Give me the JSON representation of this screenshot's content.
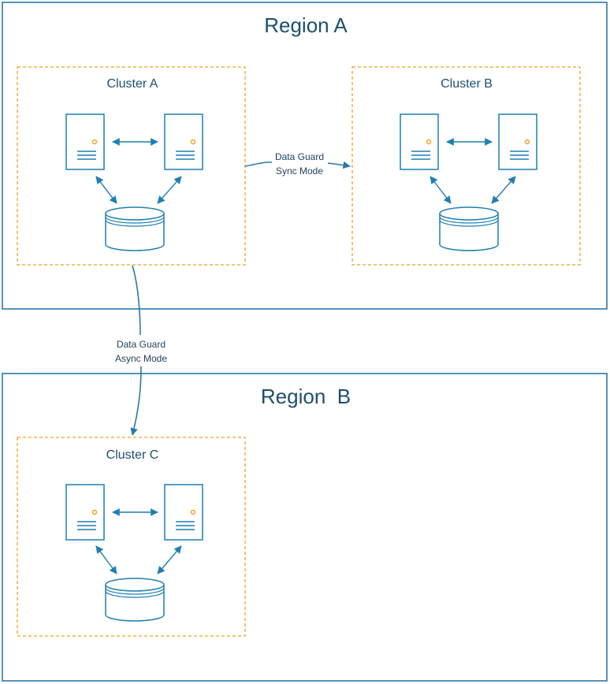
{
  "regions": [
    {
      "title": "Region A"
    },
    {
      "title": "Region  B"
    }
  ],
  "clusters": [
    {
      "title": "Cluster A"
    },
    {
      "title": "Cluster B"
    },
    {
      "title": "Cluster C"
    }
  ],
  "links": [
    {
      "line1": "Data Guard",
      "line2": "Sync Mode"
    },
    {
      "line1": "Data Guard",
      "line2": "Async Mode"
    }
  ],
  "colors": {
    "region_border": "#1f6f9f",
    "cluster_border": "#f0a020",
    "icon_stroke": "#1f7fb0",
    "indicator": "#f0a020"
  },
  "icons": {
    "server": "server-icon",
    "database": "database-icon",
    "bidirectional_arrow": "bidirectional-arrow-icon"
  }
}
